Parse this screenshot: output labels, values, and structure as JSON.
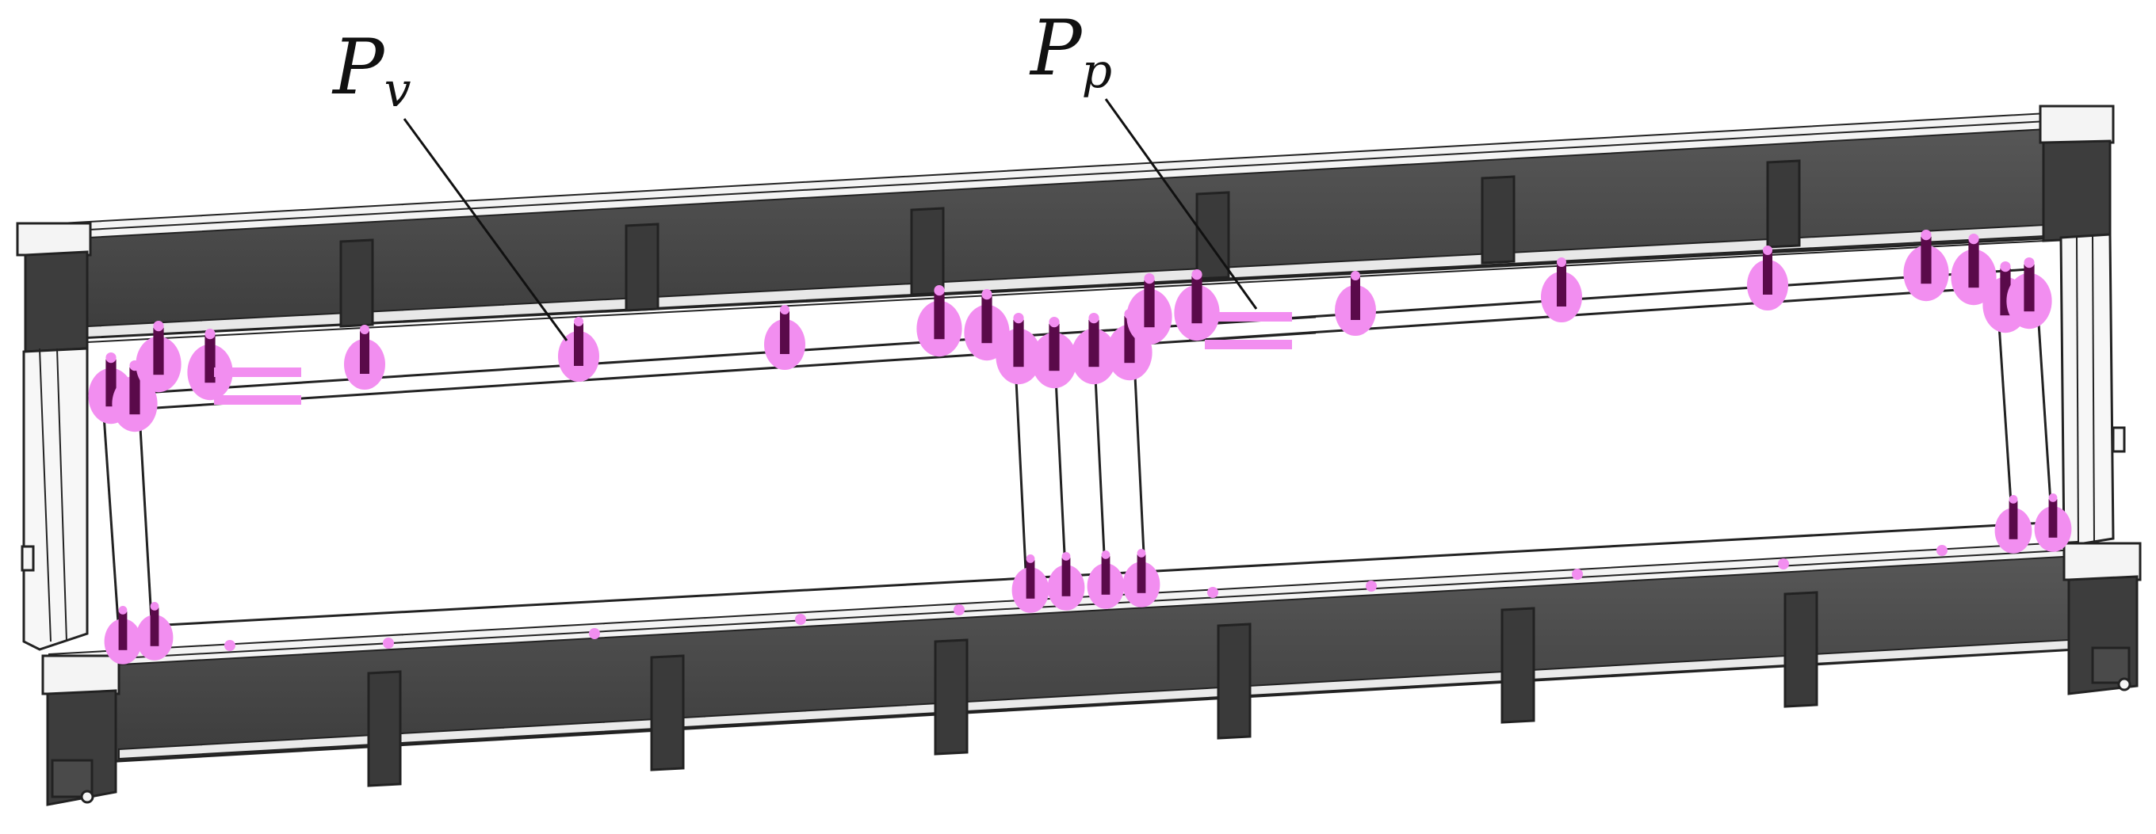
{
  "labels": {
    "pv": {
      "main": "P",
      "sub": "v"
    },
    "pp": {
      "main": "P",
      "sub": "p"
    }
  },
  "colors": {
    "frame_dark": "#4a4a4a",
    "frame_edge": "#222222",
    "frame_light": "#f2f2f2",
    "load_pink": "#f28ef0",
    "load_dark": "#5a0a4a",
    "leader": "#111111"
  }
}
